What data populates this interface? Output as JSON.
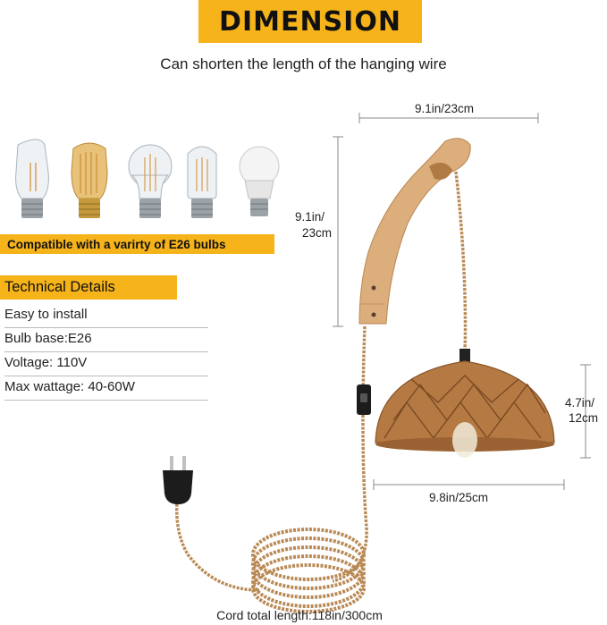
{
  "header": {
    "title": "DIMENSION",
    "subtitle": "Can shorten the length of the hanging wire"
  },
  "bulbs": {
    "compat_label": "Compatible with a varirty of E26 bulbs"
  },
  "technical_details": {
    "heading": "Technical Details",
    "rows": [
      "Easy to install",
      "Bulb base:E26",
      "Voltage: 110V",
      "Max wattage: 40-60W"
    ]
  },
  "dimensions": {
    "arm_width": "9.1in/23cm",
    "arm_height_line1": "9.1in/",
    "arm_height_line2": "23cm",
    "shade_height_line1": "4.7in/",
    "shade_height_line2": "12cm",
    "shade_width": "9.8in/25cm",
    "cord_length": "Cord total length:118in/300cm"
  },
  "colors": {
    "accent": "#f6b31a",
    "wood": "#d9a877",
    "rattan": "#b57a44",
    "cord": "#b98a56"
  }
}
